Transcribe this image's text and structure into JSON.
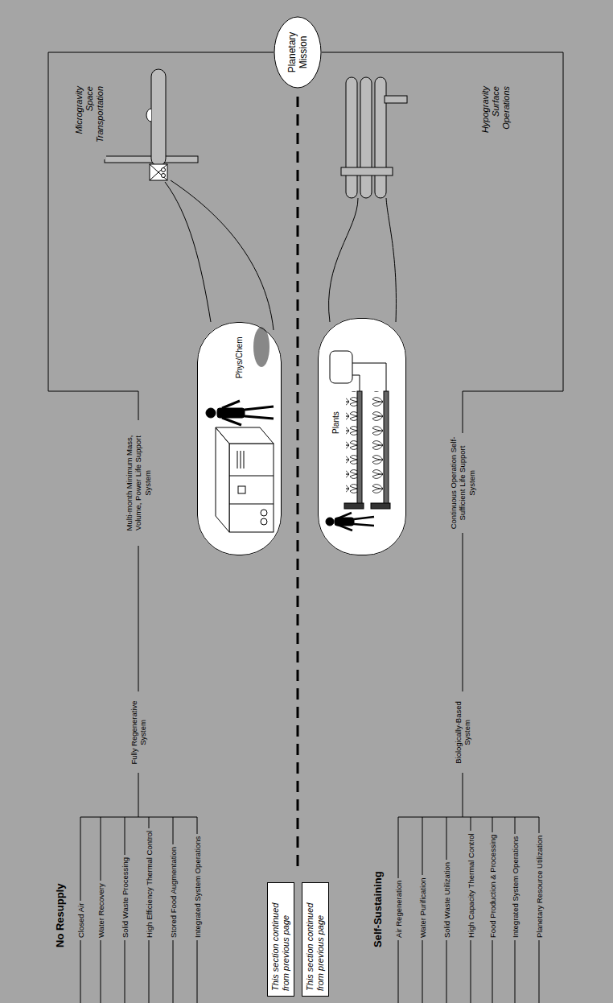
{
  "diagram": {
    "nodes": [
      {
        "text": [
          "Planetary Mission"
        ]
      },
      {
        "text": [
          "Phys/Chem"
        ]
      },
      {
        "text": [
          "Plants"
        ]
      },
      {
        "text": [
          "This section continued from previous page"
        ]
      },
      {
        "text": [
          "This section continued from previous page"
        ]
      }
    ],
    "labels": [
      "No Resupply",
      "Closed Air",
      "Water Recovery",
      "Solid Waste Processing",
      "High Efficiency Thermal Control",
      "Stored Food Augmentation",
      "Integrated System Operations",
      "Fully Regenerative System",
      "Multi-month Minimum Mass, Volume, Power Life Support System",
      "Microgravity Space Transportation",
      "Self-Sustaining",
      "Air Regeneration",
      "Water Purification",
      "Solid Waste Utilization",
      "High Capacity Thermal Control",
      "Food Production & Processing",
      "Integrated System Operations",
      "Planetary Resource Utilization",
      "Biologically-Based System",
      "Continuous Operation Self-Sufficient Life Support System",
      "Hypogravity Surface Operations"
    ]
  }
}
